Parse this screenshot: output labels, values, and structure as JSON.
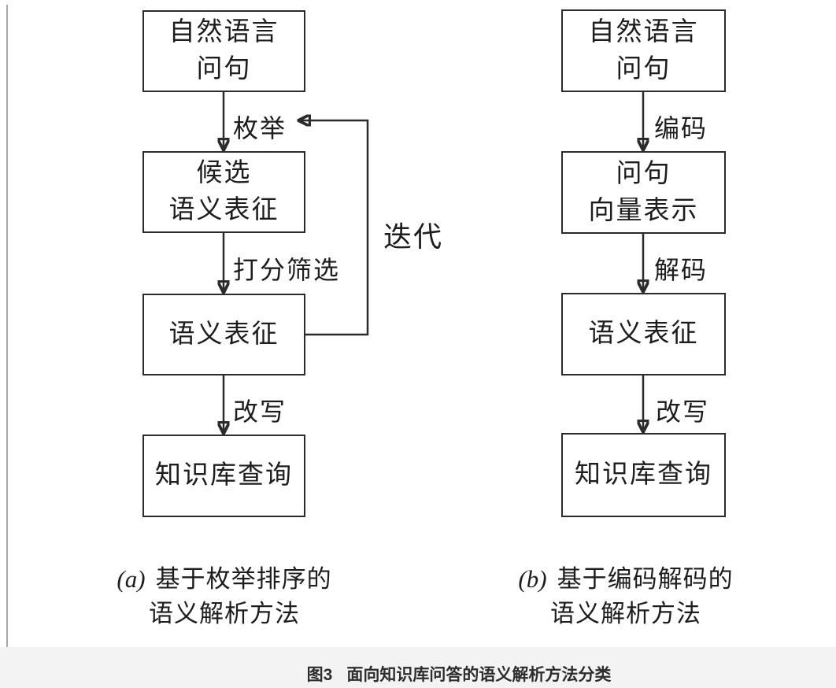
{
  "figure": {
    "label": "图3",
    "title": "面向知识库问答的语义解析方法分类"
  },
  "flow_a": {
    "boxes": [
      {
        "lines": [
          "自然语言",
          "问句"
        ]
      },
      {
        "lines": [
          "候选",
          "语义表征"
        ]
      },
      {
        "lines": [
          "语义表征"
        ]
      },
      {
        "lines": [
          "知识库查询"
        ]
      }
    ],
    "edge_labels": [
      "枚举",
      "打分筛选",
      "改写"
    ],
    "loop_label": "迭代",
    "caption_prefix": "(a)",
    "caption_line1": "基于枚举排序的",
    "caption_line2": "语义解析方法"
  },
  "flow_b": {
    "boxes": [
      {
        "lines": [
          "自然语言",
          "问句"
        ]
      },
      {
        "lines": [
          "问句",
          "向量表示"
        ]
      },
      {
        "lines": [
          "语义表征"
        ]
      },
      {
        "lines": [
          "知识库查询"
        ]
      }
    ],
    "edge_labels": [
      "编码",
      "解码",
      "改写"
    ],
    "caption_prefix": "(b)",
    "caption_line1": "基于编码解码的",
    "caption_line2": "语义解析方法"
  },
  "colors": {
    "line": "#2b2b2b",
    "text": "#1d1d1d",
    "caption_strip_bg": "#f3f3f3",
    "caption_text": "#2d2d2d",
    "page_bg": "#ffffff",
    "left_rule": "#a8a8a8"
  }
}
